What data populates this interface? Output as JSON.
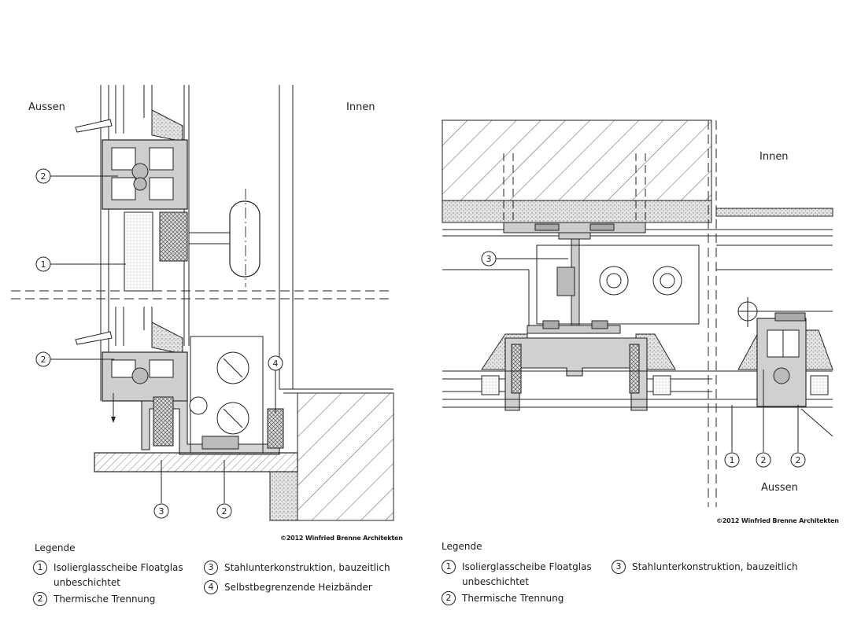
{
  "left_drawing": {
    "label_outside": "Aussen",
    "label_inside": "Innen",
    "callouts": [
      "2",
      "1",
      "2",
      "4",
      "3",
      "2"
    ],
    "copyright": "©2012 Winfried Brenne Architekten"
  },
  "right_drawing": {
    "label_inside": "Innen",
    "label_outside": "Aussen",
    "callouts": [
      "3",
      "1",
      "2",
      "2"
    ],
    "copyright": "©2012 Winfried Brenne Architekten"
  },
  "left_legend": {
    "title": "Legende",
    "items": [
      {
        "num": "1",
        "text_line1": "Isolierglasscheibe Floatglas",
        "text_line2": "unbeschichtet"
      },
      {
        "num": "2",
        "text_line1": "Thermische Trennung",
        "text_line2": ""
      },
      {
        "num": "3",
        "text_line1": "Stahlunterkonstruktion, bauzeitlich",
        "text_line2": ""
      },
      {
        "num": "4",
        "text_line1": "Selbstbegrenzende Heizbänder",
        "text_line2": ""
      }
    ]
  },
  "right_legend": {
    "title": "Legende",
    "items": [
      {
        "num": "1",
        "text_line1": "Isolierglasscheibe Floatglas",
        "text_line2": "unbeschichtet"
      },
      {
        "num": "2",
        "text_line1": "Thermische Trennung",
        "text_line2": ""
      },
      {
        "num": "3",
        "text_line1": "Stahlunterkonstruktion, bauzeitlich",
        "text_line2": ""
      }
    ]
  }
}
